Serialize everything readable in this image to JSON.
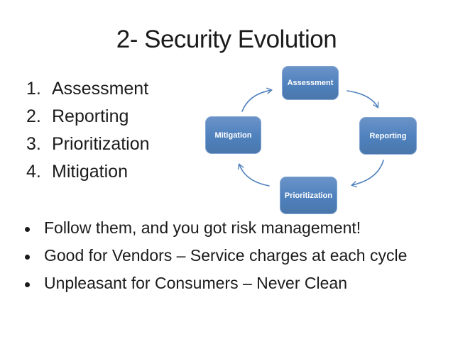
{
  "slide": {
    "title": "2- Security Evolution"
  },
  "numbered_list": [
    {
      "num": "1.",
      "text": "Assessment"
    },
    {
      "num": "2.",
      "text": "Reporting"
    },
    {
      "num": "3.",
      "text": "Prioritization"
    },
    {
      "num": "4.",
      "text": "Mitigation"
    }
  ],
  "cycle": {
    "nodes": [
      "Assessment",
      "Reporting",
      "Prioritization",
      "Mitigation"
    ],
    "order": "clockwise"
  },
  "bullets": [
    "Follow them, and you got risk management!",
    "Good for Vendors – Service charges at each cycle",
    "Unpleasant for Consumers – Never Clean"
  ],
  "colors": {
    "bg": "#ffffff",
    "text": "#1b1b1b",
    "node_fill": "#4f81bd",
    "node_fill_light": "#6b93c8",
    "node_fill_dark": "#4a77ab",
    "node_border": "#82a5d2",
    "node_text": "#ffffff",
    "arrow": "#4f81bd"
  }
}
